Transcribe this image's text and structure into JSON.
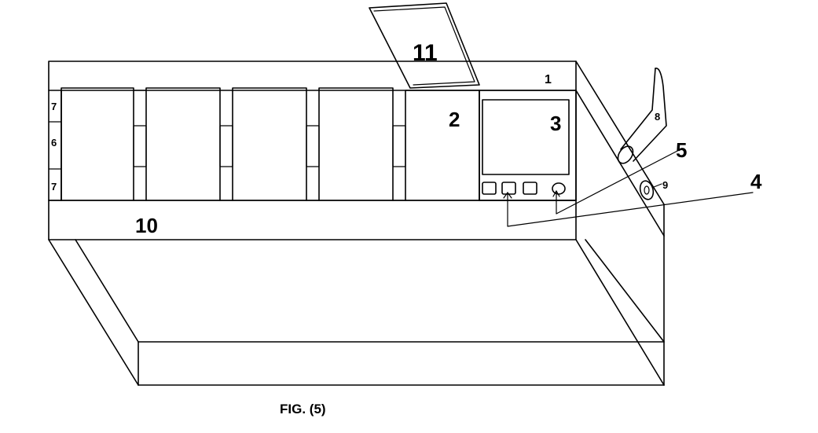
{
  "figure": {
    "caption": "FIG. (5)",
    "labels": {
      "frame": "1",
      "slot": "2",
      "screen": "3",
      "buttons": "4",
      "knob": "5",
      "latch": "6",
      "hinge_top": "7",
      "hinge_bottom": "7",
      "lever": "8",
      "port": "9",
      "base": "10",
      "lid": "11"
    }
  }
}
